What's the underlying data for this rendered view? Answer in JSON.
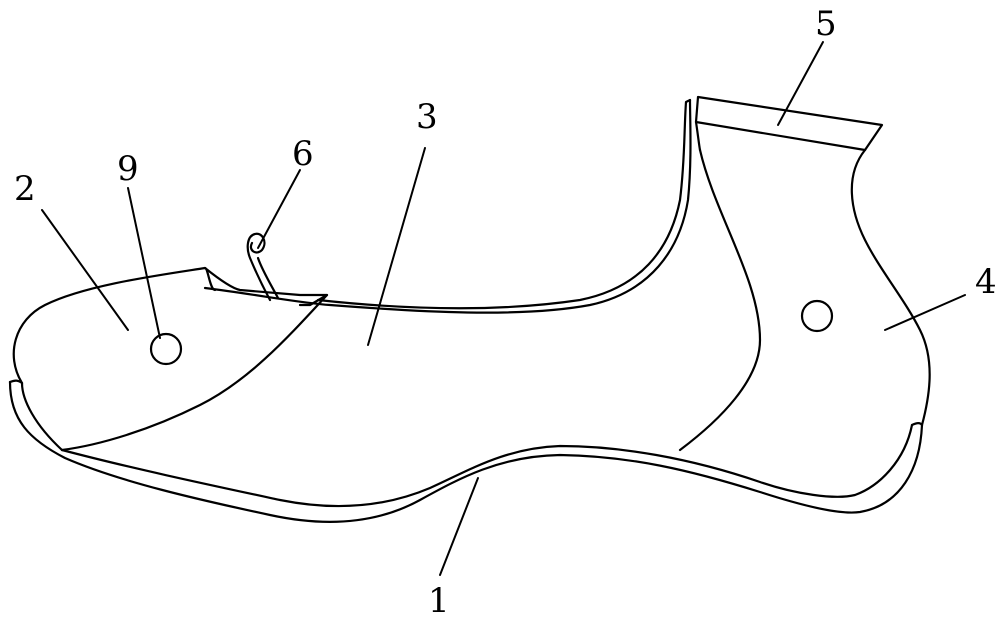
{
  "diagram": {
    "type": "patent line drawing",
    "callouts": [
      {
        "id": "callout-1",
        "label": "1"
      },
      {
        "id": "callout-2",
        "label": "2"
      },
      {
        "id": "callout-3",
        "label": "3"
      },
      {
        "id": "callout-4",
        "label": "4"
      },
      {
        "id": "callout-5",
        "label": "5"
      },
      {
        "id": "callout-6",
        "label": "6"
      },
      {
        "id": "callout-9",
        "label": "9"
      }
    ]
  }
}
